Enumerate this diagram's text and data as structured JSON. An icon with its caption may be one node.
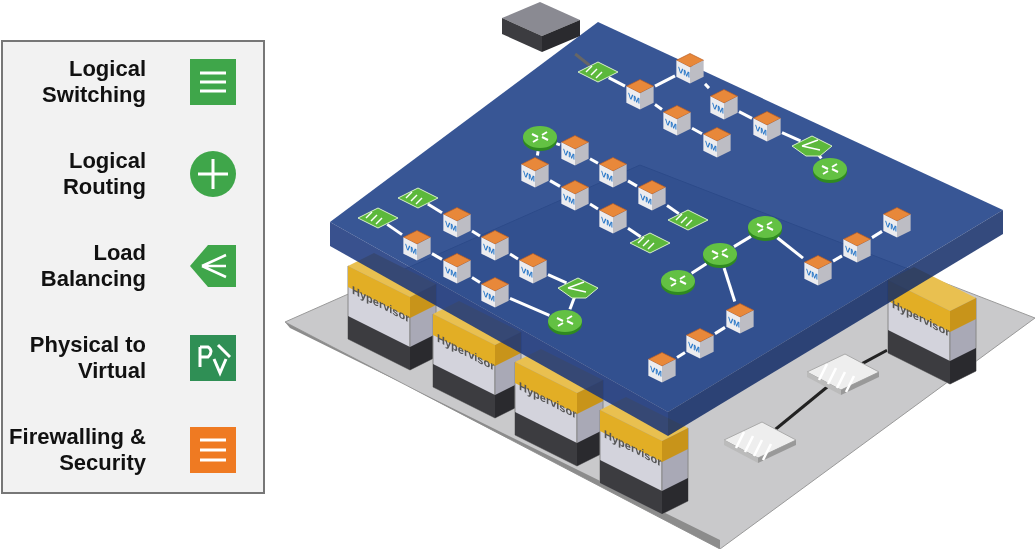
{
  "diagram": {
    "nodes": [
      {
        "text": [],
        "shape": "box"
      },
      {
        "text": [],
        "shape": "diamond"
      },
      {
        "text": [
          "VM"
        ]
      },
      {
        "text": [
          "VM"
        ]
      },
      {
        "text": [
          "VM"
        ]
      },
      {
        "text": [
          "VM"
        ]
      },
      {
        "text": [
          "VM"
        ]
      },
      {
        "text": [
          "VM"
        ]
      },
      {
        "text": [],
        "shape": "pentagon"
      },
      {
        "text": [],
        "shape": "circle"
      },
      {
        "text": [],
        "shape": "circle"
      },
      {
        "text": [
          "VM"
        ]
      },
      {
        "text": [
          "VM"
        ]
      },
      {
        "text": [
          "VM"
        ]
      },
      {
        "text": [
          "VM"
        ]
      },
      {
        "text": [
          "VM"
        ]
      },
      {
        "text": [
          "VM"
        ]
      },
      {
        "text": [],
        "shape": "diamond"
      },
      {
        "text": [],
        "shape": "diamond"
      },
      {
        "text": [],
        "shape": "diamond"
      },
      {
        "text": [],
        "shape": "diamond"
      },
      {
        "text": [
          "VM"
        ]
      },
      {
        "text": [
          "VM"
        ]
      },
      {
        "text": [
          "VM"
        ]
      },
      {
        "text": [
          "VM"
        ]
      },
      {
        "text": [
          "VM"
        ]
      },
      {
        "text": [
          "VM"
        ]
      },
      {
        "text": [],
        "shape": "pentagon"
      },
      {
        "text": [],
        "shape": "circle"
      },
      {
        "text": [],
        "shape": "circle"
      },
      {
        "text": [],
        "shape": "circle"
      },
      {
        "text": [],
        "shape": "circle"
      },
      {
        "text": [
          "VM"
        ]
      },
      {
        "text": [
          "VM"
        ]
      },
      {
        "text": [
          "VM"
        ]
      },
      {
        "text": [
          "VM"
        ]
      },
      {
        "text": [
          "VM"
        ]
      },
      {
        "text": [
          "VM"
        ]
      },
      {
        "text": [
          "Hypervisor"
        ]
      },
      {
        "text": [
          "Hypervisor"
        ]
      },
      {
        "text": [
          "Hypervisor"
        ]
      },
      {
        "text": [
          "Hypervisor"
        ]
      },
      {
        "text": [
          "Hypervisor"
        ]
      },
      {
        "text": [],
        "shape": "diamond"
      },
      {
        "text": [],
        "shape": "diamond"
      }
    ],
    "edges": [
      {
        "from": 0,
        "to": 1,
        "arrow": "none",
        "color": "#666666"
      },
      {
        "from": 1,
        "to": 2,
        "arrow": "none"
      },
      {
        "from": 2,
        "to": 5,
        "arrow": "none"
      },
      {
        "from": 5,
        "to": 7,
        "arrow": "none"
      },
      {
        "from": 2,
        "to": 3,
        "arrow": "none"
      },
      {
        "from": 3,
        "to": 4,
        "arrow": "none"
      },
      {
        "from": 4,
        "to": 6,
        "arrow": "none"
      },
      {
        "from": 6,
        "to": 8,
        "arrow": "none"
      },
      {
        "from": 8,
        "to": 9,
        "arrow": "none"
      },
      {
        "from": 10,
        "to": 11,
        "arrow": "none"
      },
      {
        "from": 11,
        "to": 13,
        "arrow": "none"
      },
      {
        "from": 13,
        "to": 15,
        "arrow": "none"
      },
      {
        "from": 15,
        "to": 17,
        "arrow": "none"
      },
      {
        "from": 10,
        "to": 12,
        "arrow": "none"
      },
      {
        "from": 12,
        "to": 14,
        "arrow": "none"
      },
      {
        "from": 14,
        "to": 16,
        "arrow": "none"
      },
      {
        "from": 16,
        "to": 18,
        "arrow": "none"
      },
      {
        "from": 19,
        "to": 21,
        "arrow": "none"
      },
      {
        "from": 21,
        "to": 23,
        "arrow": "none"
      },
      {
        "from": 23,
        "to": 25,
        "arrow": "none"
      },
      {
        "from": 25,
        "to": 27,
        "arrow": "none"
      },
      {
        "from": 27,
        "to": 28,
        "arrow": "none"
      },
      {
        "from": 20,
        "to": 22,
        "arrow": "none"
      },
      {
        "from": 22,
        "to": 24,
        "arrow": "none"
      },
      {
        "from": 24,
        "to": 26,
        "arrow": "none"
      },
      {
        "from": 26,
        "to": 28,
        "arrow": "none"
      },
      {
        "from": 32,
        "to": 33,
        "arrow": "none"
      },
      {
        "from": 33,
        "to": 34,
        "arrow": "none"
      },
      {
        "from": 34,
        "to": 29,
        "arrow": "none"
      },
      {
        "from": 29,
        "to": 30,
        "arrow": "none"
      },
      {
        "from": 35,
        "to": 36,
        "arrow": "none"
      },
      {
        "from": 36,
        "to": 37,
        "arrow": "none"
      },
      {
        "from": 35,
        "to": 30,
        "arrow": "none"
      },
      {
        "from": 30,
        "to": 31,
        "arrow": "none"
      },
      {
        "from": 43,
        "to": 42,
        "arrow": "none",
        "color": "#222222"
      },
      {
        "from": 44,
        "to": 43,
        "arrow": "none",
        "color": "#222222"
      }
    ],
    "legend": [
      {
        "text": "Logical Switching"
      },
      {
        "text": "Logical Routing"
      },
      {
        "text": "Load Balancing"
      },
      {
        "text": "Physical to Virtual"
      },
      {
        "text": "Firewalling & Security"
      }
    ]
  }
}
